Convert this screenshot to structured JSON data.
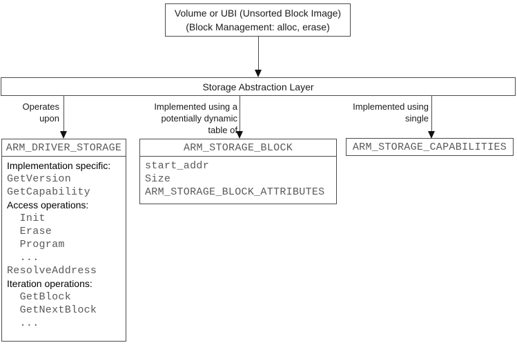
{
  "top_box": {
    "lines": [
      "Volume or UBI (Unsorted Block Image)",
      "(Block Management: alloc, erase)"
    ]
  },
  "layer_box": {
    "title": "Storage Abstraction Layer"
  },
  "connectors": {
    "left": {
      "label": "Operates\nupon"
    },
    "middle": {
      "label": "Implemented using a\npotentially dynamic\ntable of"
    },
    "right": {
      "label": "Implemented using\nsingle"
    }
  },
  "boxes": {
    "driver_storage": {
      "header": "ARM_DRIVER_STORAGE",
      "body": [
        {
          "text": "Implementation specific:",
          "style": "label"
        },
        {
          "text": "GetVersion",
          "style": "code"
        },
        {
          "text": "GetCapability",
          "style": "code"
        },
        {
          "text": "Access operations:",
          "style": "label"
        },
        {
          "text": "  Init",
          "style": "code"
        },
        {
          "text": "  Erase",
          "style": "code"
        },
        {
          "text": "  Program",
          "style": "code"
        },
        {
          "text": "  ...",
          "style": "code"
        },
        {
          "text": "ResolveAddress",
          "style": "code"
        },
        {
          "text": "Iteration operations:",
          "style": "label"
        },
        {
          "text": "  GetBlock",
          "style": "code"
        },
        {
          "text": "  GetNextBlock",
          "style": "code"
        },
        {
          "text": "  ...",
          "style": "code"
        }
      ]
    },
    "storage_block": {
      "header": "ARM_STORAGE_BLOCK",
      "body": [
        {
          "text": "start_addr",
          "style": "code"
        },
        {
          "text": "Size",
          "style": "code"
        },
        {
          "text": "ARM_STORAGE_BLOCK_ATTRIBUTES",
          "style": "code"
        }
      ]
    },
    "storage_capabilities": {
      "header": "ARM_STORAGE_CAPABILITIES",
      "body": []
    }
  },
  "colors": {
    "border": "#4a4a4a",
    "arrow": "#111111",
    "code_text": "#595959",
    "heading_text": "#1a1a1a",
    "background": "#ffffff"
  }
}
